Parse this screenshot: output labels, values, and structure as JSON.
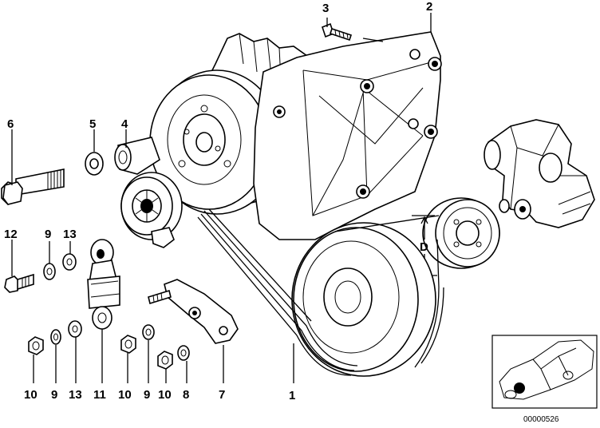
{
  "callouts": {
    "c1": "1",
    "c2": "2",
    "c3": "3",
    "c4": "4",
    "c5": "5",
    "c6": "6",
    "c7": "7",
    "c8": "8",
    "c9a": "9",
    "c9b": "9",
    "c9c": "9",
    "c10a": "10",
    "c10b": "10",
    "c10c": "10",
    "c11": "11",
    "c12": "12",
    "c13a": "13",
    "c13b": "13",
    "d": "D"
  },
  "catalog_number": "00000526",
  "icons": {
    "car": "car-thumbnail-icon",
    "location_marker": "location-dot-icon"
  },
  "colors": {
    "ink": "#000000",
    "paper": "#ffffff"
  }
}
